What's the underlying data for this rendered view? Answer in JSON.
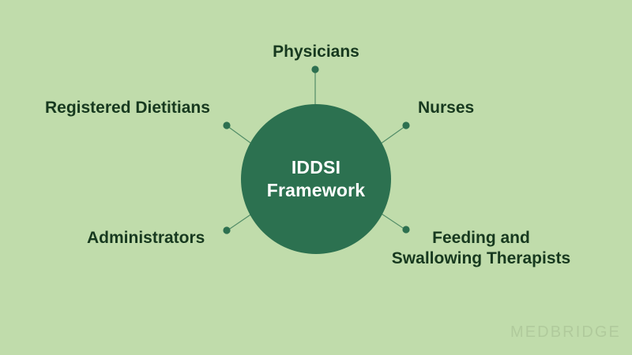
{
  "diagram": {
    "type": "hub-and-spoke",
    "background_color": "#c0dcab",
    "hub": {
      "shape": "circle",
      "fill_color": "#2c7150",
      "text_color": "#ffffff",
      "line1": "IDDSI",
      "line2": "Framework"
    },
    "node_text_color": "#17391f",
    "connector_color": "#3f7f5c",
    "nodes": [
      {
        "id": "physicians",
        "label": "Physicians"
      },
      {
        "id": "nurses",
        "label": "Nurses"
      },
      {
        "id": "feeding-swallowing-therapists",
        "label_line1": "Feeding and",
        "label_line2": "Swallowing Therapists"
      },
      {
        "id": "administrators",
        "label": "Administrators"
      },
      {
        "id": "registered-dietitians",
        "label": "Registered Dietitians"
      }
    ]
  },
  "watermark": {
    "text": "MEDBRIDGE",
    "color": "#b0ca9c"
  }
}
